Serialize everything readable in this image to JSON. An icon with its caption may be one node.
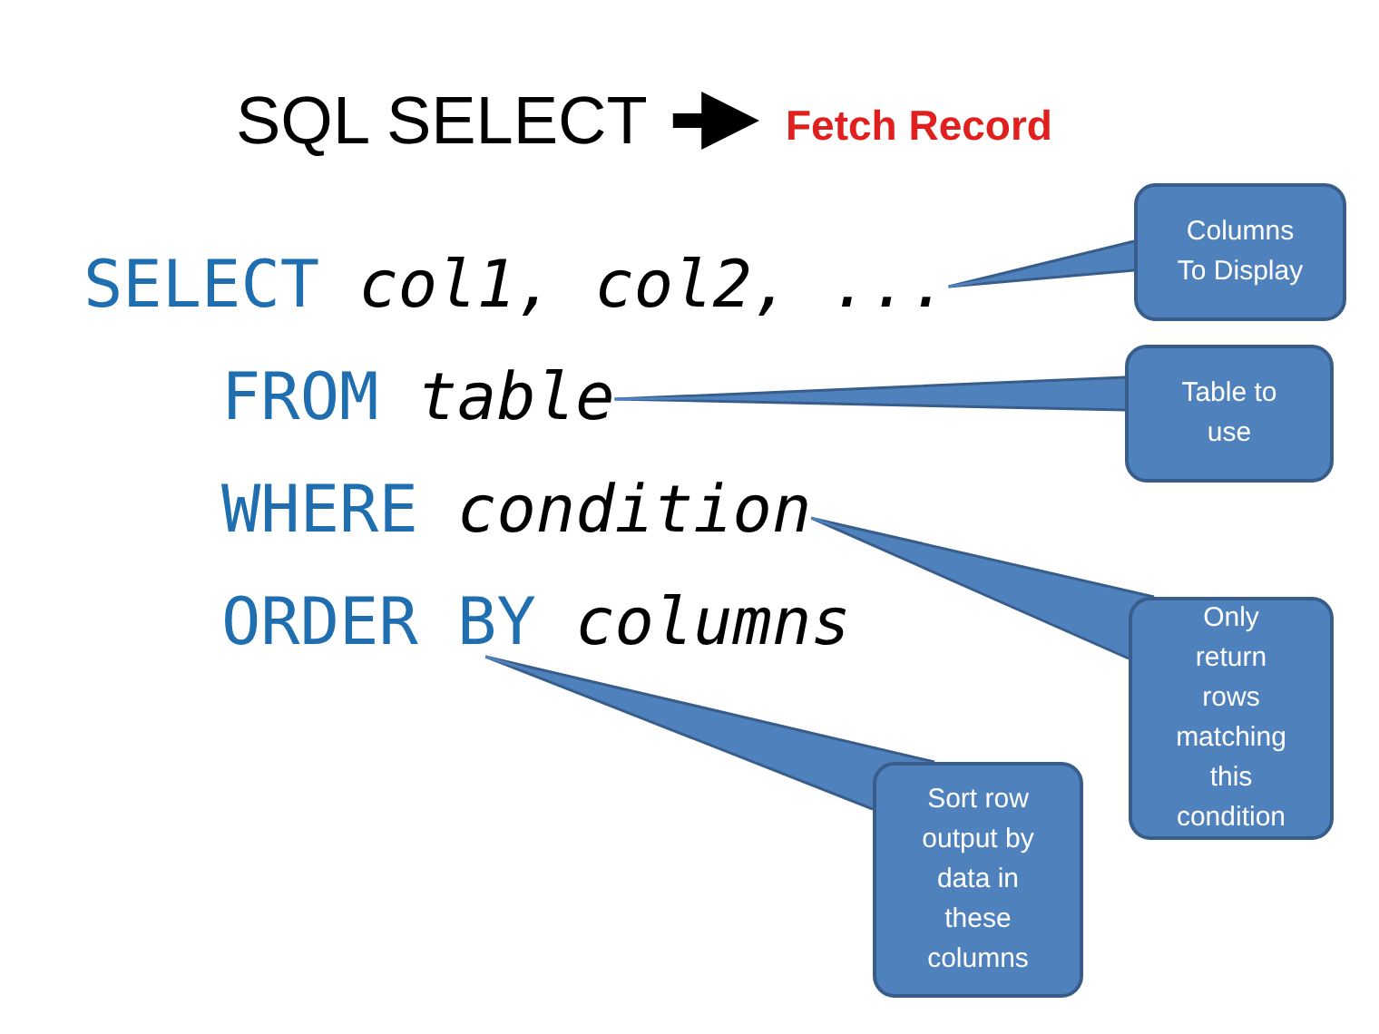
{
  "diagram": {
    "nodes": [
      {
        "text": [
          "SQL SELECT"
        ]
      },
      {
        "text": [
          "Fetch Record"
        ]
      },
      {
        "text": [
          "SELECT *col1, col2, ...*"
        ]
      },
      {
        "text": [
          "FROM *table*"
        ]
      },
      {
        "text": [
          "WHERE *condition*"
        ]
      },
      {
        "text": [
          "ORDER BY *columns*"
        ]
      },
      {
        "text": [
          "Columns To Display"
        ]
      },
      {
        "text": [
          "Table to use"
        ]
      },
      {
        "text": [
          "Only return rows matching this condition"
        ]
      },
      {
        "text": [
          "Sort row output by data in these columns"
        ]
      }
    ],
    "edges": [
      {
        "from": 0,
        "to": 1,
        "arrow": "to",
        "style": "thick",
        "color": "#000000"
      },
      {
        "from": 6,
        "to": 2,
        "arrow": "none"
      },
      {
        "from": 7,
        "to": 3,
        "arrow": "none"
      },
      {
        "from": 8,
        "to": 4,
        "arrow": "none"
      },
      {
        "from": 9,
        "to": 5,
        "arrow": "none"
      }
    ]
  }
}
